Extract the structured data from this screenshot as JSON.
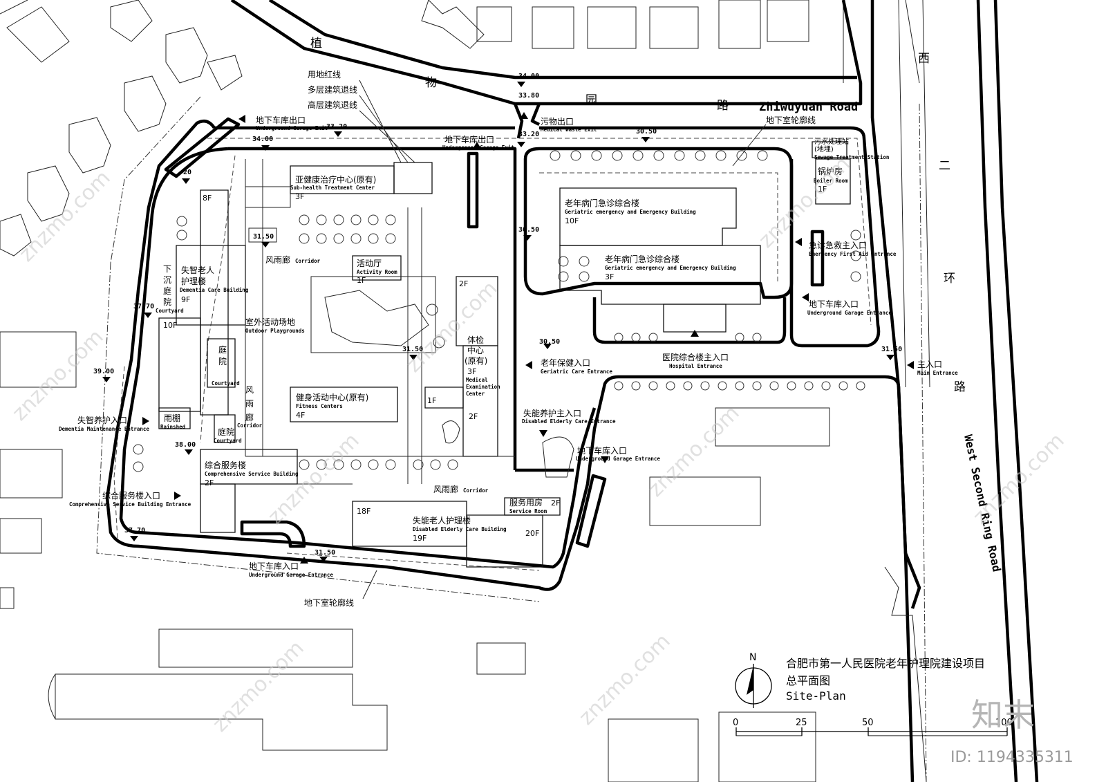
{
  "title": {
    "cn_line1": "合肥市第一人民医院老年护理院建设项目",
    "cn_line2": "总平面图",
    "en": "Site-Plan"
  },
  "north": "N",
  "scale": [
    "0",
    "25",
    "50",
    "100"
  ],
  "roads": {
    "zhiwuyuan_chars": [
      "植",
      "物",
      "园",
      "路"
    ],
    "zhiwuyuan_en": "Zhiwuyuan Road",
    "xierhuan_chars": [
      "西",
      "二",
      "环",
      "路"
    ],
    "xierhuan_en": "West Second Ring Road"
  },
  "legend": [
    "用地红线",
    "多层建筑退线",
    "高层建筑退线"
  ],
  "basement_outline_top": "地下室轮廓线",
  "basement_outline_bottom": "地下室轮廓线",
  "buildings": {
    "subhealth": {
      "cn": "亚健康治疗中心(原有)",
      "en": "Sub-health Treatment Center",
      "floors": "3F"
    },
    "geriatric_10f": {
      "cn": "老年病门急诊综合楼",
      "en": "Geriatric emergency and Emergency Building",
      "floors": "10F"
    },
    "geriatric_3f": {
      "cn": "老年病门急诊综合楼",
      "en": "Geriatric emergency and Emergency Building",
      "floors": "3F"
    },
    "dementia": {
      "cn1": "失智老人",
      "cn2": "护理楼",
      "en": "Dementia Care Building",
      "floors": "9F"
    },
    "activity": {
      "cn": "活动厅",
      "en": "Activity Room",
      "floors": "1F"
    },
    "exam": {
      "cn1": "体检",
      "cn2": "中心",
      "cn3": "(原有)",
      "floors": "3F",
      "en1": "Medical",
      "en2": "Examination",
      "en3": "Center"
    },
    "fitness": {
      "cn": "健身活动中心(原有)",
      "en": "Fitness Centers",
      "floors": "4F"
    },
    "comprehensive": {
      "cn": "综合服务楼",
      "en": "Comprehensive Service Building",
      "floors": "2F"
    },
    "disabled": {
      "cn": "失能老人护理楼",
      "en": "Disabled Elderly Care Building",
      "floors": "19F"
    },
    "service_room": {
      "cn": "服务用房",
      "floors": "2F",
      "en": "Service Room"
    },
    "boiler": {
      "cn": "锅炉房",
      "en": "Boiler Room",
      "floors": "1F"
    },
    "sewage": {
      "cn": "污水处理站",
      "cn2": "(地埋)",
      "en": "Sewage Treatment Station"
    }
  },
  "labels": {
    "sunken_courtyard": [
      "下",
      "沉",
      "庭",
      "院"
    ],
    "sunken_courtyard_en": "Courtyard",
    "courtyard1": [
      "庭",
      "院"
    ],
    "courtyard1_en": "Courtyard",
    "courtyard2": "庭院",
    "courtyard2_en": "Courtyard",
    "corridor_top": "风雨廊",
    "corridor_top_en": "Corridor",
    "corridor_vert": [
      "风",
      "雨",
      "廊"
    ],
    "corridor_vert_en": "Corridor",
    "corridor_bottom": "风雨廊",
    "corridor_bottom_en": "Corridor",
    "playground": "室外活动场地",
    "playground_en": "Outdoor Playgrounds",
    "rainshed": "雨棚",
    "rainshed_en": "Rainshed"
  },
  "floor_tags": [
    "8F",
    "10F",
    "2F",
    "1F",
    "2F",
    "18F",
    "20F"
  ],
  "entrances": {
    "garage_exit_nw": {
      "cn": "地下车库出口",
      "en": "Underground Garage Exit"
    },
    "garage_exit_n": {
      "cn": "地下车库出口",
      "en": "Underground Garage Exit"
    },
    "medical_waste": {
      "cn": "污物出口",
      "en": "Medical Waste Exit"
    },
    "first_aid": {
      "cn": "急诊急救主入口",
      "en": "Emergency First Aid Entrance"
    },
    "garage_entr_e": {
      "cn": "地下车库入口",
      "en": "Underground Garage Entrance"
    },
    "main": {
      "cn": "主入口",
      "en": "Main Entrance"
    },
    "hospital": {
      "cn": "医院综合楼主入口",
      "en": "Hospital Entrance"
    },
    "geriatric_care": {
      "cn": "老年保健入口",
      "en": "Geriatric Care Entrance"
    },
    "disabled_care": {
      "cn": "失能养护主入口",
      "en": "Disabled Elderly Care Entrance"
    },
    "garage_entr_c": {
      "cn": "地下车库入口",
      "en": "Underground Garage Entrance"
    },
    "dementia_maint": {
      "cn": "失智养护入口",
      "en": "Dementia Maintenance Entrance"
    },
    "comp_service": {
      "cn": "综合服务楼入口",
      "en": "Comprehensive Service Building Entrance"
    },
    "garage_entr_s": {
      "cn": "地下车库入口",
      "en": "Underground Garage Entrance"
    }
  },
  "elevations": [
    "34.00",
    "33.80",
    "33.20",
    "33.20",
    "34.00",
    "30.50",
    "31.50",
    "30.50",
    "37.70",
    "39.00",
    "38.00",
    "37.70",
    "31.50",
    "31.50",
    "30.50",
    "31.50",
    "20"
  ],
  "watermark": {
    "id": "ID: 1194335311",
    "logo": "知末",
    "url": "znzmo.com"
  }
}
